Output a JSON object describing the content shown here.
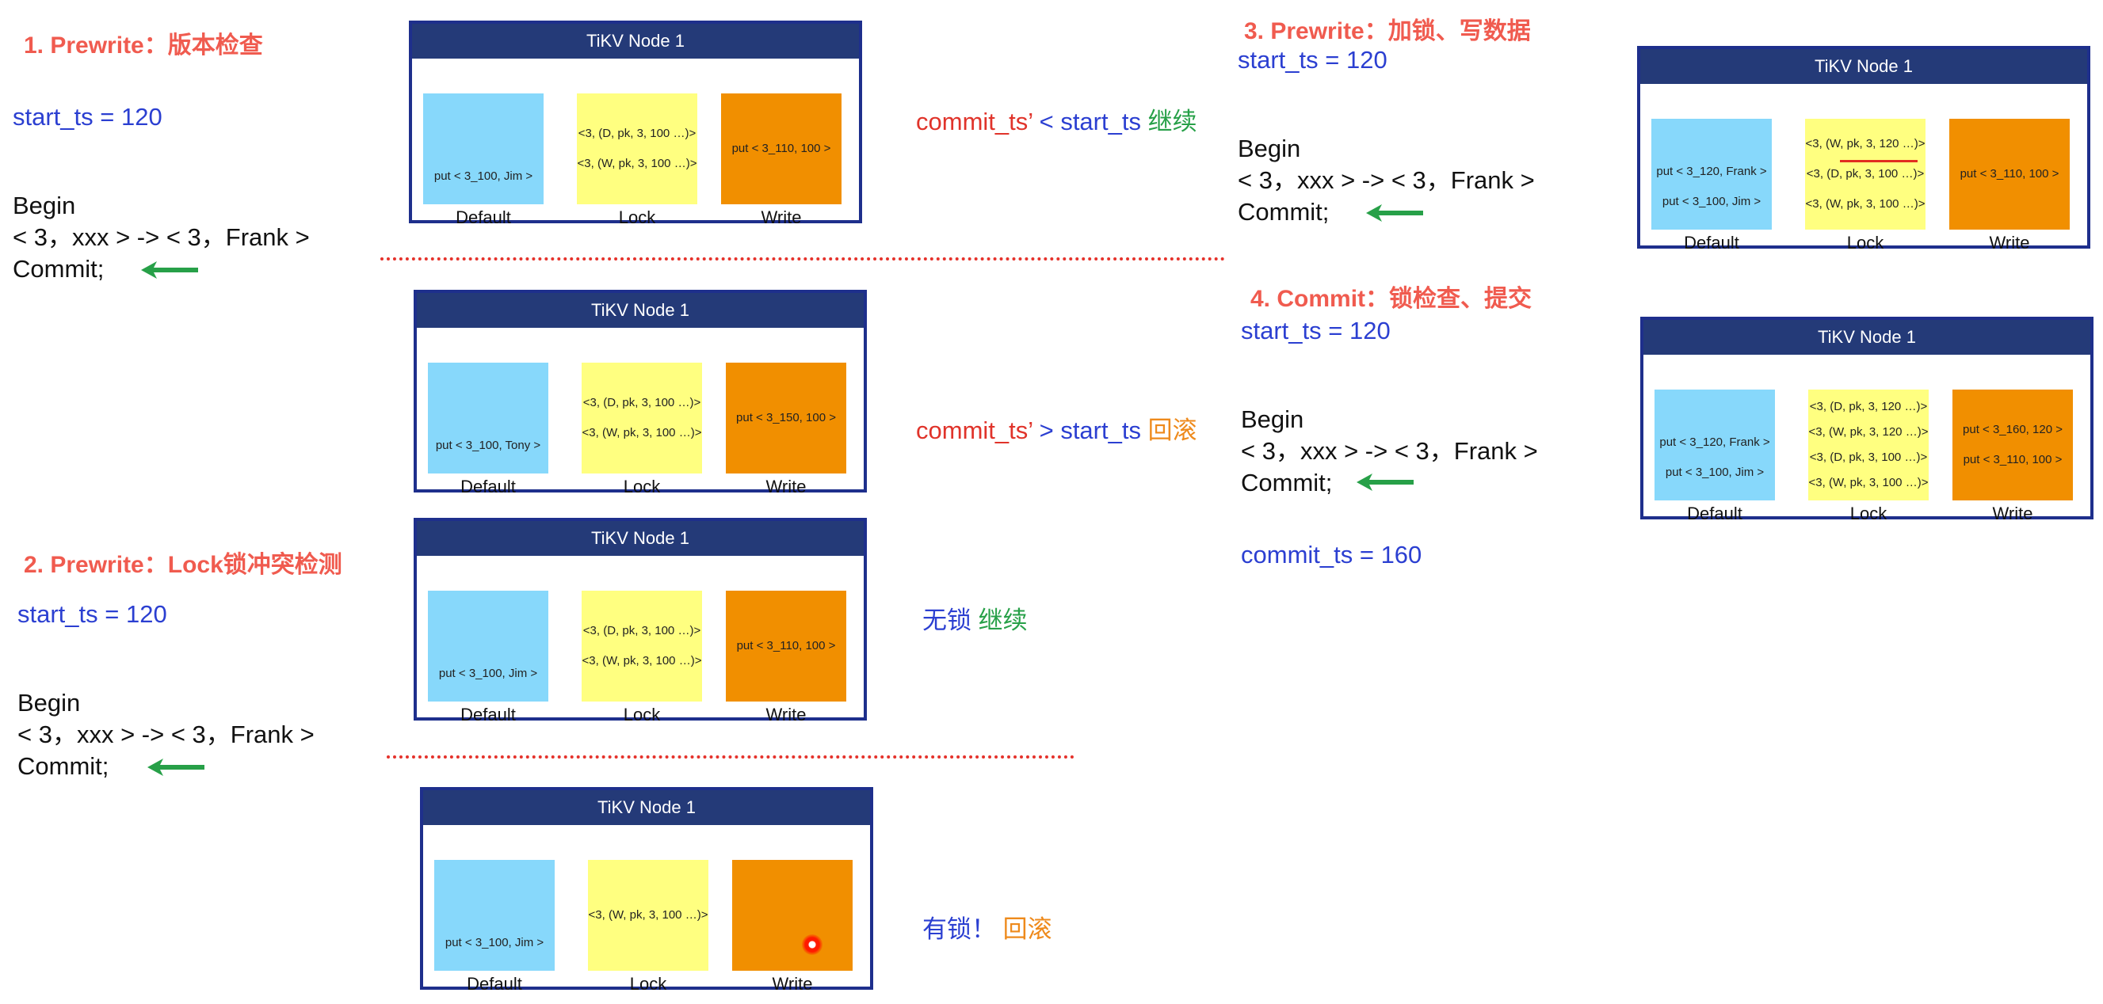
{
  "sections": {
    "s1": {
      "heading": "1. Prewrite：版本检查",
      "start_ts": "start_ts = 120",
      "txn": {
        "begin": "Begin",
        "op": "< 3，xxx > -> < 3，Frank >",
        "commit": "Commit;"
      }
    },
    "s2": {
      "heading": "2. Prewrite：Lock锁冲突检测",
      "start_ts": "start_ts = 120",
      "txn": {
        "begin": "Begin",
        "op": "< 3，xxx > -> < 3，Frank >",
        "commit": "Commit;"
      }
    },
    "s3": {
      "heading": "3. Prewrite：加锁、写数据",
      "start_ts": "start_ts = 120",
      "txn": {
        "begin": "Begin",
        "op": "< 3，xxx > -> < 3，Frank >",
        "commit": "Commit;"
      }
    },
    "s4": {
      "heading": "4. Commit：锁检查、提交",
      "start_ts": "start_ts = 120",
      "txn": {
        "begin": "Begin",
        "op": "< 3，xxx > -> < 3，Frank >",
        "commit": "Commit;"
      },
      "commit_ts": "commit_ts = 160"
    }
  },
  "statuses": {
    "a": {
      "p1": "commit_ts’",
      "p2": " < start_ts ",
      "p3": "继续"
    },
    "b": {
      "p1": "commit_ts’",
      "p2": " > start_ts ",
      "p3": "回滚"
    },
    "c": {
      "p1": "无锁 ",
      "p2": "继续"
    },
    "d": {
      "p1": "有锁！ ",
      "p2": "回滚"
    }
  },
  "node_labels": {
    "title": "TiKV Node 1",
    "default": "Default",
    "lock": "Lock",
    "write": "Write"
  },
  "nodes": {
    "n1": {
      "default": [
        "put < 3_100, Jim >"
      ],
      "lock": [
        "<3, (D, pk, 3, 100 …)>",
        "<3, (W, pk, 3, 100 …)>"
      ],
      "write": [
        "put < 3_110, 100 >"
      ]
    },
    "n2": {
      "default": [
        "put < 3_100, Tony >"
      ],
      "lock": [
        "<3, (D, pk, 3, 100 …)>",
        "<3, (W, pk, 3, 100 …)>"
      ],
      "write": [
        "put < 3_150, 100 >"
      ]
    },
    "n3": {
      "default": [
        "put < 3_100, Jim >"
      ],
      "lock": [
        "<3, (D, pk, 3, 100 …)>",
        "<3, (W, pk, 3, 100 …)>"
      ],
      "write": [
        "put < 3_110, 100 >"
      ]
    },
    "n4": {
      "default": [
        "put < 3_100, Jim >"
      ],
      "lock": [
        "<3, (W, pk, 3, 100 …)>"
      ],
      "write": []
    },
    "n5": {
      "default": [
        "put < 3_120, Frank >",
        "put < 3_100, Jim >"
      ],
      "lock": [
        "<3, (W, pk, 3, 120 …)>",
        "<3, (D, pk, 3, 100 …)>",
        "<3, (W, pk, 3, 100 …)>"
      ],
      "write": [
        "put < 3_110, 100 >"
      ]
    },
    "n6": {
      "default": [
        "put < 3_120, Frank >",
        "put < 3_100, Jim >"
      ],
      "lock": [
        "<3, (D, pk, 3, 120 …)>",
        "<3, (W, pk, 3, 120 …)>",
        "<3, (D, pk, 3, 100 …)>",
        "<3, (W, pk, 3, 100 …)>"
      ],
      "write": [
        "put < 3_160, 120 >",
        "put < 3_110, 100 >"
      ]
    }
  },
  "colors": {
    "heading": "#f05b4f",
    "timestamp": "#2b3fd1",
    "continue": "#27a048",
    "rollback": "#ee8a1c",
    "default_cf": "#87d8fb",
    "lock_cf": "#ffff80",
    "write_cf": "#f18f00",
    "node_header": "#243a78",
    "arrow": "#27a048"
  },
  "icons": {
    "arrow": "left-arrow-icon",
    "conflict": "red-dot-marker"
  }
}
